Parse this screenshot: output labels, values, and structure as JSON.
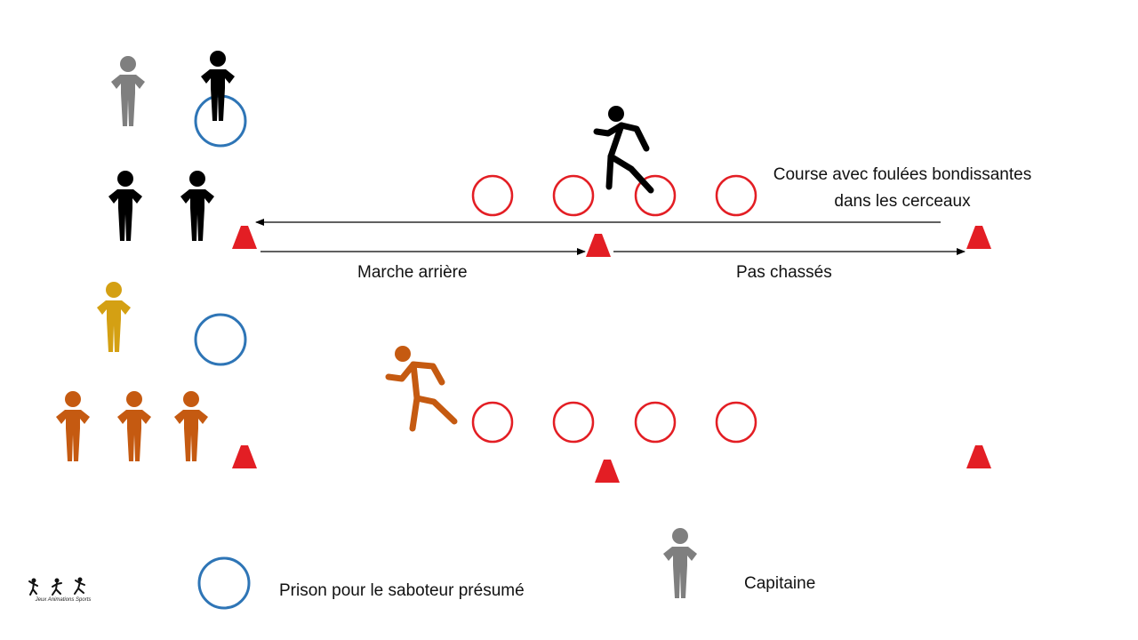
{
  "labels": {
    "course_line1": "Course avec foulées bondissantes",
    "course_line2": "dans les cerceaux",
    "marche": "Marche arrière",
    "pas": "Pas chassés",
    "prison": "Prison pour le saboteur présumé",
    "capitaine": "Capitaine",
    "logo": "Jeux Animations Sports"
  },
  "colors": {
    "black": "#000000",
    "grey": "#7f7f7f",
    "gold": "#d4a013",
    "orange": "#c55a11",
    "hoop_red": "#e31e24",
    "prison_blue": "#2e75b6",
    "cone_red": "#e31e24"
  },
  "icons": [
    "standing-person-icon",
    "running-person-icon",
    "cone-icon",
    "hoop-icon",
    "prison-circle-icon",
    "logo-icon"
  ]
}
